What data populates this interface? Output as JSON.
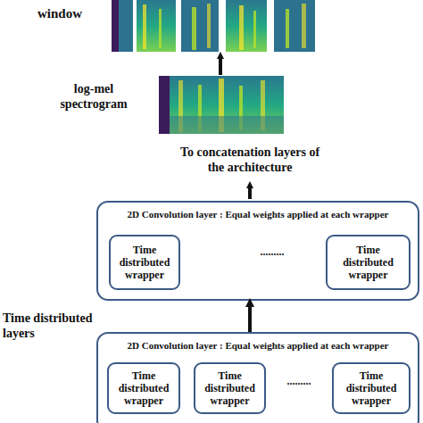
{
  "diagram": {
    "nodes": [
      {
        "text": [
          "2D Convolution layer : Equal weights applied at each wrapper"
        ]
      },
      {
        "text": [
          "Time distributed wrapper"
        ],
        "in": 0
      },
      {
        "text": [
          "Time distributed wrapper"
        ],
        "in": 0
      },
      {
        "text": [
          "2D Convolution layer : Equal weights applied at each wrapper"
        ]
      },
      {
        "text": [
          "Time distributed wrapper"
        ],
        "in": 3
      },
      {
        "text": [
          "Time distributed wrapper"
        ],
        "in": 3
      },
      {
        "text": [
          "Time distributed wrapper"
        ],
        "in": 3
      }
    ],
    "edges": [
      {
        "from": 3,
        "to": 0,
        "arrow": "to"
      }
    ],
    "labels": [
      "window",
      "log-mel spectrogram",
      "To concatenation layers of the architecture",
      "Time distributed layers",
      ".........",
      "........."
    ]
  }
}
